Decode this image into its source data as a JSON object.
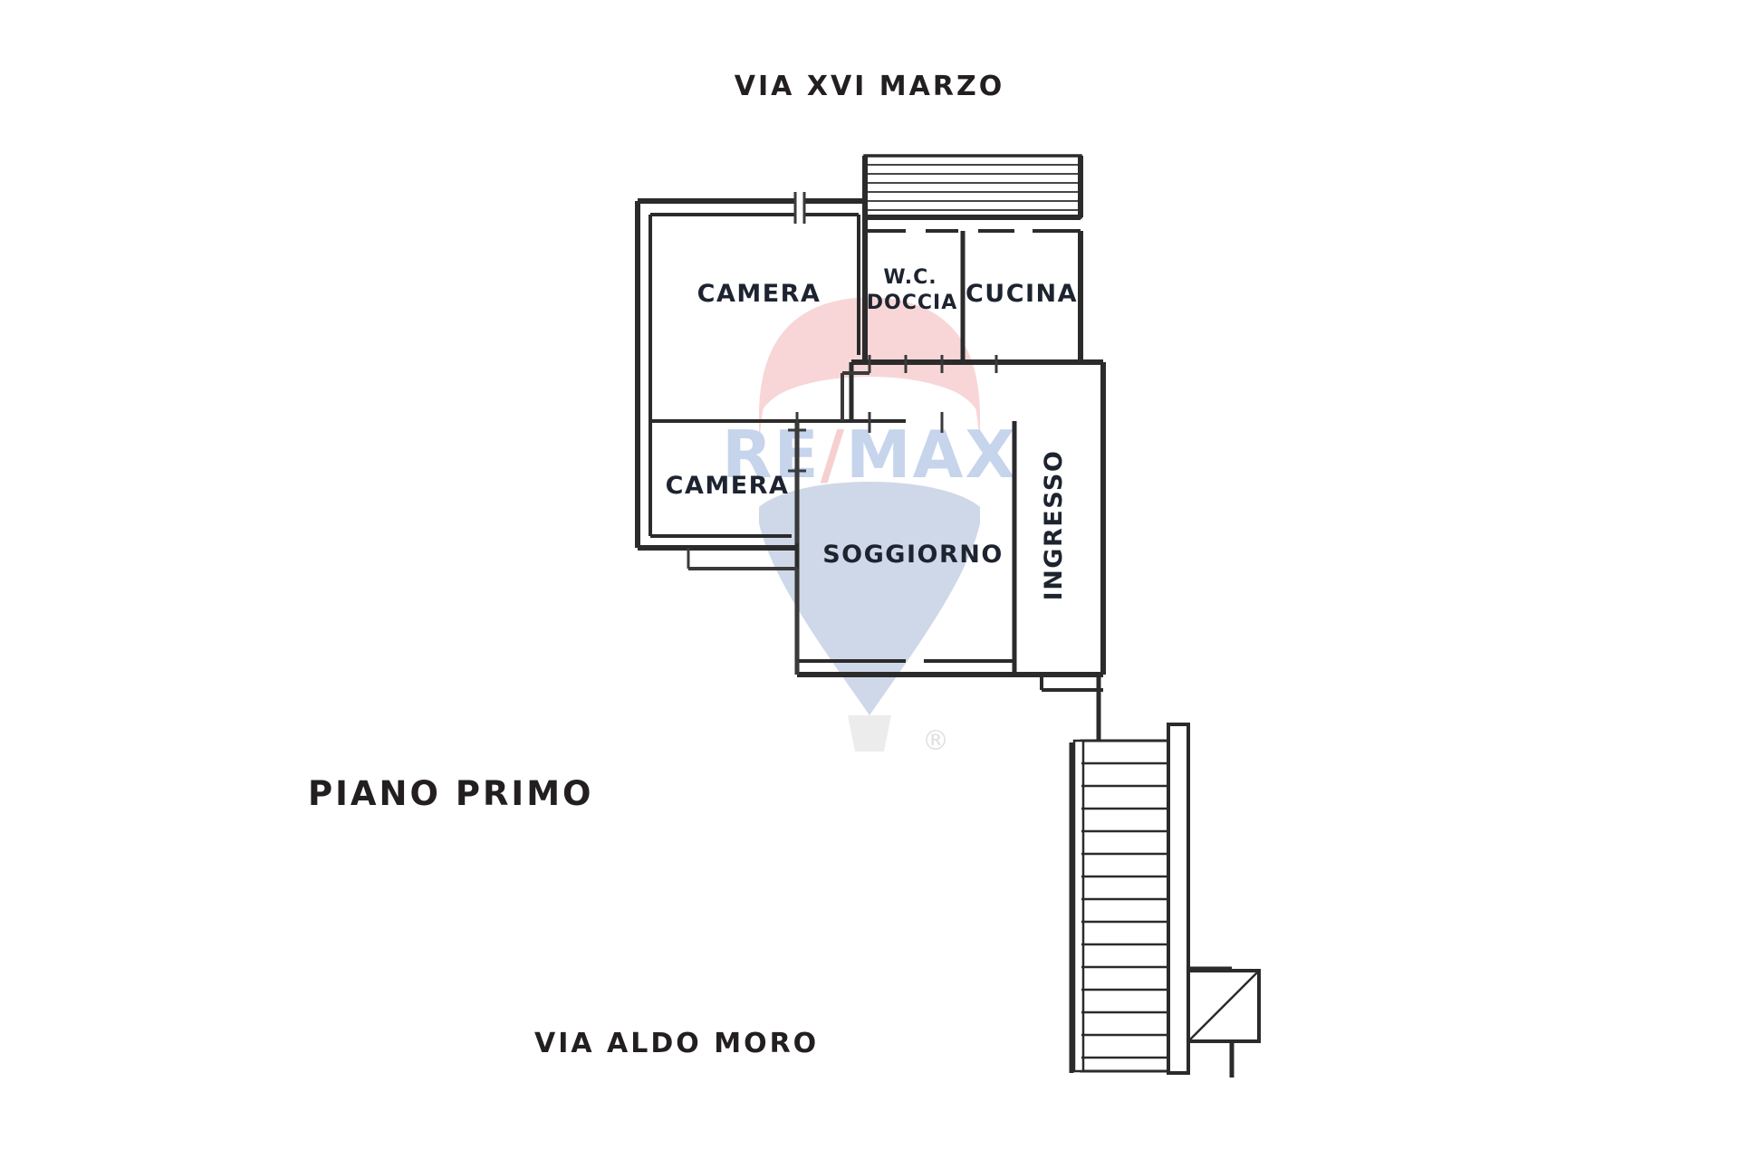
{
  "document": {
    "type": "floor-plan",
    "title": "PIANO PRIMO",
    "streets": {
      "top": "VIA XVI MARZO",
      "bottom": "VIA ALDO MORO"
    }
  },
  "floor_plan": {
    "floor_label": "PIANO PRIMO",
    "rooms": [
      {
        "id": "camera-top",
        "label": "CAMERA",
        "orientation": "horizontal"
      },
      {
        "id": "wc-doccia",
        "label_line1": "W.C.",
        "label_line2": "DOCCIA",
        "label": "W.C. DOCCIA",
        "orientation": "horizontal"
      },
      {
        "id": "cucina",
        "label": "CUCINA",
        "orientation": "horizontal"
      },
      {
        "id": "camera-bot",
        "label": "CAMERA",
        "orientation": "horizontal"
      },
      {
        "id": "soggiorno",
        "label": "SOGGIORNO",
        "orientation": "horizontal"
      },
      {
        "id": "ingresso",
        "label": "INGRESSO",
        "orientation": "vertical"
      }
    ],
    "features": [
      {
        "id": "balcony",
        "kind": "balcony-hatched"
      },
      {
        "id": "staircase",
        "kind": "stairs"
      },
      {
        "id": "landing-box",
        "kind": "box-with-diagonal"
      }
    ]
  },
  "watermark": {
    "brand": "RE/MAX",
    "registered_mark": "®",
    "colors": {
      "red": "#f7d4d4",
      "blue": "#ccd6e8",
      "basket": "#ebebeb",
      "text_blue": "#c3d2ea",
      "text_red": "#f4c9c9"
    }
  },
  "colors": {
    "ink": "#231f20",
    "wall": "#2b2b2b",
    "label": "#1d2430",
    "paper": "#ffffff"
  }
}
